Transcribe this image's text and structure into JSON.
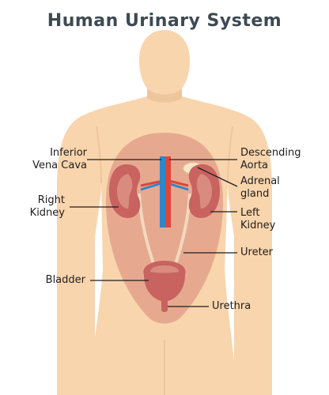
{
  "title": "Human Urinary System",
  "labels": {
    "inferior_vena_cava": "Inferior\nVena Cava",
    "right_kidney": "Right\nKidney",
    "bladder": "Bladder",
    "descending_aorta": "Descending\nAorta",
    "adrenal_gland": "Adrenal\ngland",
    "left_kidney": "Left\nKidney",
    "ureter": "Ureter",
    "urethra": "Urethra"
  },
  "colors": {
    "skin": "#f8d5ad",
    "skin_shade": "#efc59b",
    "abdomen": "#e6a98f",
    "kidney": "#c8635f",
    "kidney_inner": "#d98b80",
    "bladder": "#c8635f",
    "vein": "#2f87c9",
    "artery": "#e0453a",
    "ureter": "#f3d8bf",
    "leader": "#1e1e1e"
  }
}
